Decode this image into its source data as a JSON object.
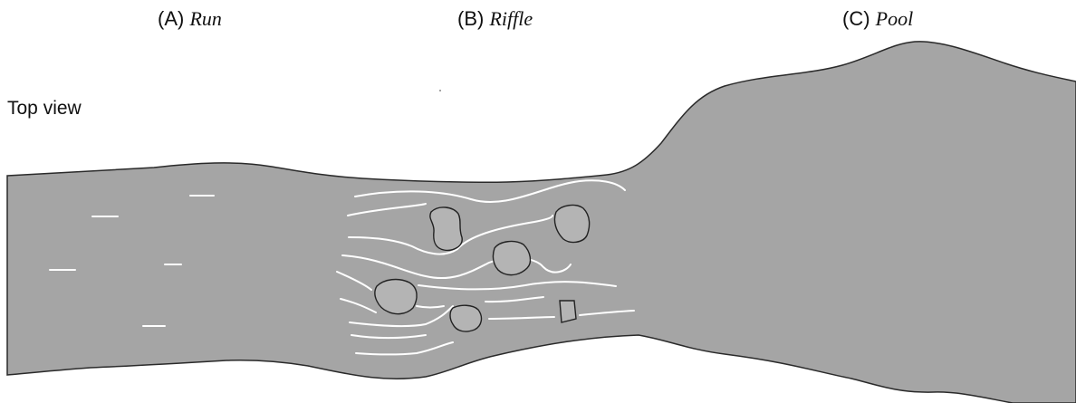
{
  "sections": [
    {
      "letter": "(A)",
      "name": "Run"
    },
    {
      "letter": "(B)",
      "name": "Riffle"
    },
    {
      "letter": "(C)",
      "name": "Pool"
    }
  ],
  "view_label": "Top view",
  "colors": {
    "water": "#a5a5a5",
    "outline": "#2a2a2a",
    "boulder": "#b4b4b4",
    "flow_lines": "#ffffff"
  },
  "icons": [
    "boulder-icon",
    "flow-line-icon"
  ]
}
